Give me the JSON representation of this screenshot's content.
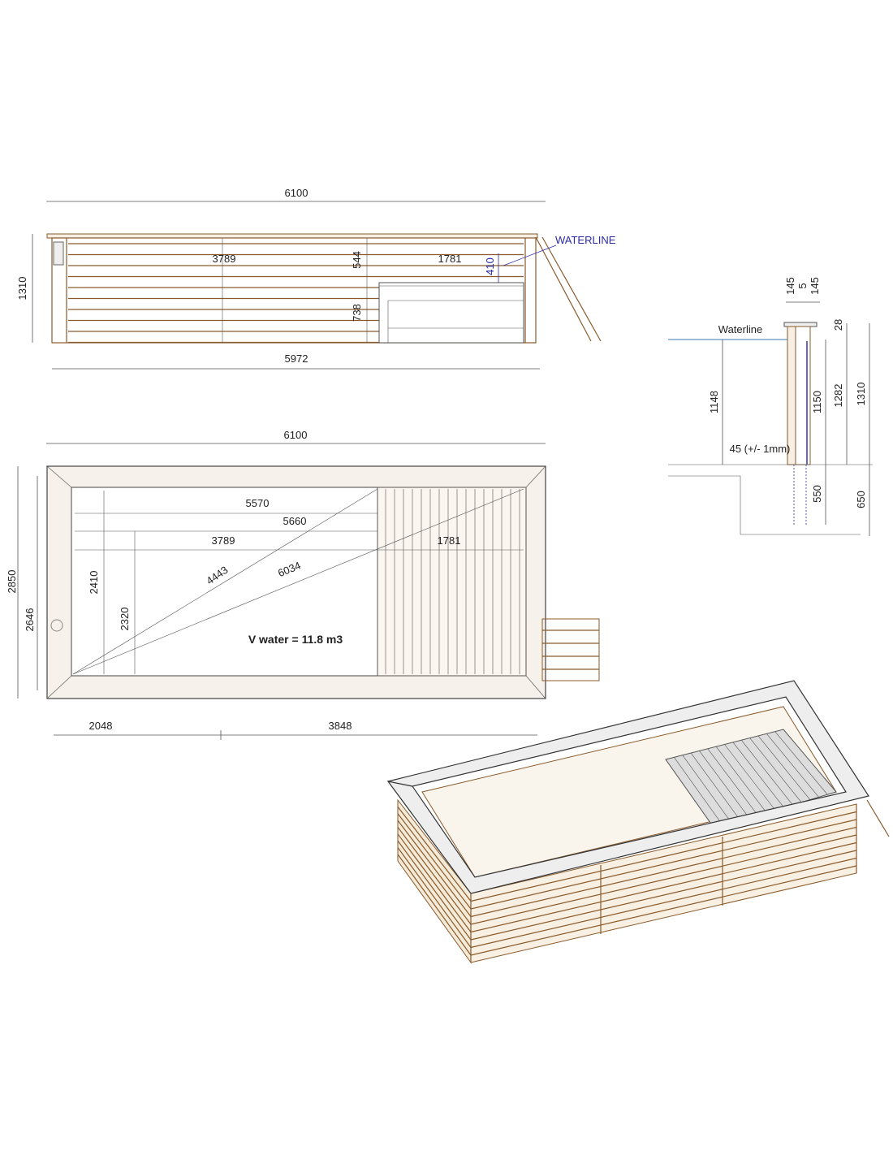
{
  "elevation": {
    "overall_length": "6100",
    "height": "1310",
    "base_length": "5972",
    "pool_length": "3789",
    "deck_length": "1781",
    "upper_height": "544",
    "lower_height": "738",
    "water_depth_below_deck": "410",
    "waterline_label": "WATERLINE"
  },
  "section": {
    "top_left": "145",
    "gap": "5",
    "top_right": "145",
    "waterline_label": "Waterline",
    "water_height": "1148",
    "coping": "28",
    "inner_height": "1150",
    "wall_height": "1282",
    "total_height": "1310",
    "tolerance_note": "45 (+/- 1mm)",
    "post_depth": "550",
    "foundation_depth": "650"
  },
  "plan": {
    "overall_length": "6100",
    "overall_width": "2850",
    "inner_width": "2646",
    "inner_length_a": "5570",
    "inner_length_b": "5660",
    "pool_length": "3789",
    "deck_length": "1781",
    "width_a": "2410",
    "width_b": "2320",
    "diagonal_a": "4443",
    "diagonal_b": "6034",
    "volume_label": "V water = 11.8 m3",
    "post_spacing_a": "2048",
    "post_spacing_b": "3848"
  },
  "colors": {
    "wood": "#8a5a2b",
    "waterline": "#2a2aa8",
    "water": "#9bbbd8"
  }
}
